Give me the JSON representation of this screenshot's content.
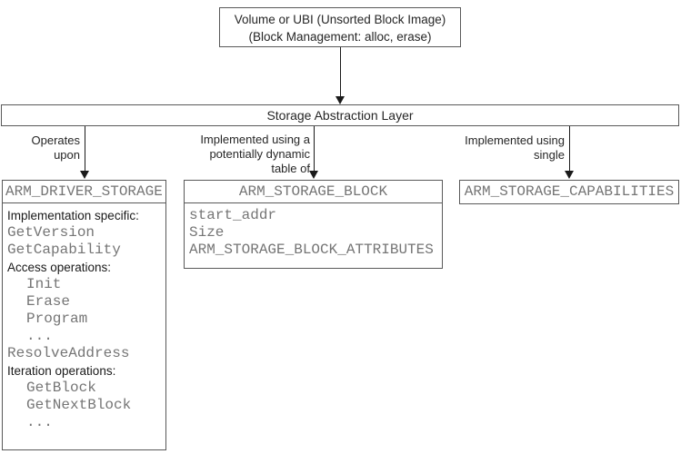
{
  "diagram": {
    "volume_box": {
      "line1": "Volume or UBI (Unsorted Block Image)",
      "line2": "(Block Management: alloc, erase)"
    },
    "storage_layer": {
      "title": "Storage Abstraction Layer"
    },
    "connectors": [
      {
        "label_lines": [
          "Operates",
          "upon"
        ]
      },
      {
        "label_lines": [
          "Implemented using a",
          "potentially dynamic",
          "table of"
        ]
      },
      {
        "label_lines": [
          "Implemented using",
          "single"
        ]
      }
    ],
    "driver_storage_box": {
      "header": "ARM_DRIVER_STORAGE",
      "lines": [
        {
          "text": "Implementation specific:",
          "style": "label"
        },
        {
          "text": "GetVersion",
          "style": "code"
        },
        {
          "text": "GetCapability",
          "style": "code"
        },
        {
          "text": "Access operations:",
          "style": "label"
        },
        {
          "text": "Init",
          "style": "code-indent"
        },
        {
          "text": "Erase",
          "style": "code-indent"
        },
        {
          "text": "Program",
          "style": "code-indent"
        },
        {
          "text": "...",
          "style": "code-indent"
        },
        {
          "text": "ResolveAddress",
          "style": "code"
        },
        {
          "text": "Iteration operations:",
          "style": "label"
        },
        {
          "text": "GetBlock",
          "style": "code-indent"
        },
        {
          "text": "GetNextBlock",
          "style": "code-indent"
        },
        {
          "text": "...",
          "style": "code-indent"
        }
      ]
    },
    "storage_block_box": {
      "header": "ARM_STORAGE_BLOCK",
      "lines": [
        "start_addr",
        "Size",
        "ARM_STORAGE_BLOCK_ATTRIBUTES"
      ]
    },
    "capabilities_box": {
      "header": "ARM_STORAGE_CAPABILITIES"
    },
    "colors": {
      "border": "#595959",
      "code_text": "#757575",
      "label_text": "#262626",
      "arrow": "#1a1a1a",
      "background": "#ffffff"
    }
  }
}
